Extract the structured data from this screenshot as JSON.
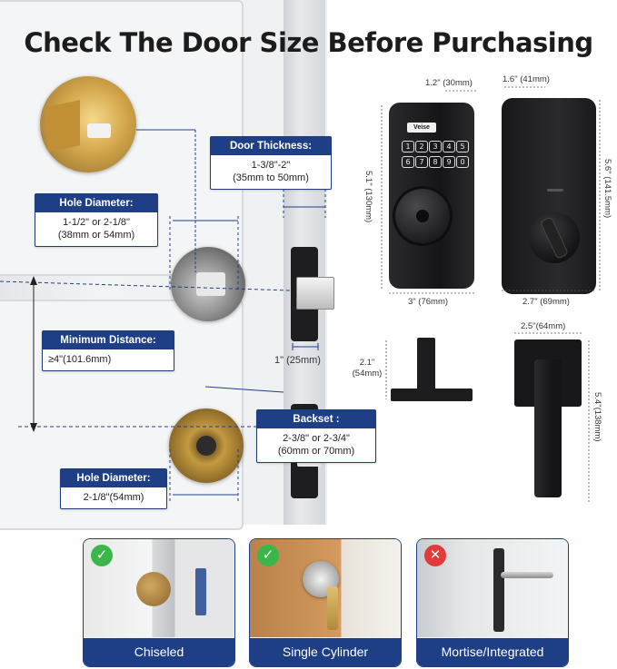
{
  "title": "Check The Door Size Before Purchasing",
  "labels": {
    "door_thickness": {
      "head": "Door Thickness:",
      "line1": "1-3/8\"-2\"",
      "line2": "(35mm to 50mm)"
    },
    "hole_diameter_top": {
      "head": "Hole Diameter:",
      "line1": "1-1/2\" or 2-1/8\"",
      "line2": "(38mm or 54mm)"
    },
    "minimum_distance": {
      "head": "Minimum Distance:",
      "line1": "≥4\"(101.6mm)"
    },
    "backset": {
      "head": "Backset :",
      "line1": "2-3/8\" or 2-3/4\"",
      "line2": "(60mm or 70mm)"
    },
    "hole_diameter_bottom": {
      "head": "Hole Diameter:",
      "line1": "2-1/8\"(54mm)"
    }
  },
  "dimensions": {
    "latch_width": "1\" (25mm)",
    "keypad_depth": "1.2\" (30mm)",
    "side_depth": "1.6\" (41mm)",
    "keypad_height": "5.1\" (130mm)",
    "back_height": "5.6\" (141.5mm)",
    "keypad_width": "3\" (76mm)",
    "back_width": "2.7\" (69mm)",
    "lever_depth": "2.1\" (54mm)",
    "lever_plate_width": "2.5\"(64mm)",
    "lever_height": "5.4\"(138mm)"
  },
  "brand": "Veise",
  "keypad_keys": [
    "1",
    "2",
    "3",
    "4",
    "5",
    "6",
    "7",
    "8",
    "9",
    "0"
  ],
  "cards": [
    {
      "label": "Chiseled",
      "status": "ok",
      "symbol": "✓"
    },
    {
      "label": "Single Cylinder",
      "status": "ok",
      "symbol": "✓"
    },
    {
      "label": "Mortise/Integrated",
      "status": "no",
      "symbol": "✕"
    }
  ],
  "colors": {
    "accent": "#1e3f86",
    "ok": "#3cb64a",
    "no": "#e23b3b",
    "hardware": "#1b1b1d",
    "brass": "#c9a24a"
  }
}
